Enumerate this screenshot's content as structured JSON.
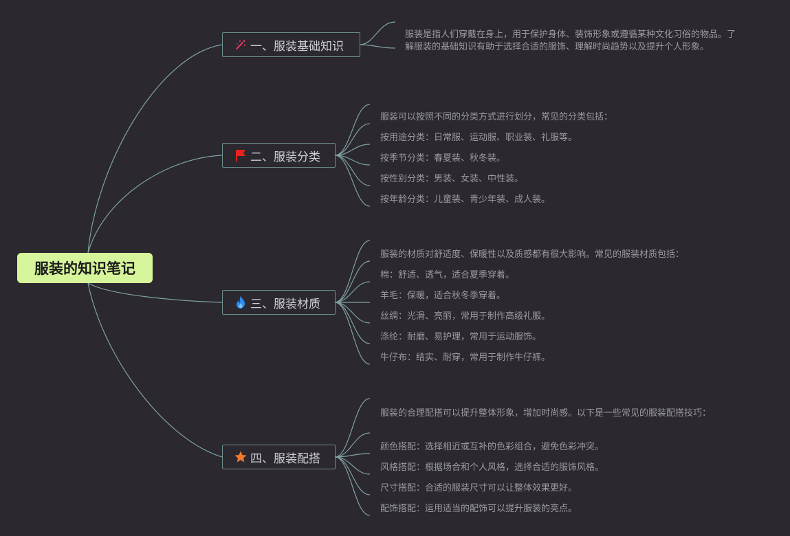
{
  "root": {
    "label": "服装的知识笔记"
  },
  "branches": [
    {
      "label": "一、服装基础知识",
      "icon": "sparkle-icon",
      "items": [
        "服装是指人们穿戴在身上，用于保护身体、装饰形象或遵循某种文化习俗的物品。了解服装的基础知识有助于选择合适的服饰、理解时尚趋势以及提升个人形象。"
      ]
    },
    {
      "label": "二、服装分类",
      "icon": "red-flag-icon",
      "items": [
        "服装可以按照不同的分类方式进行划分，常见的分类包括：",
        "按用途分类：日常服、运动服、职业装、礼服等。",
        "按季节分类：春夏装、秋冬装。",
        "按性别分类：男装、女装、中性装。",
        "按年龄分类：儿童装、青少年装、成人装。"
      ]
    },
    {
      "label": "三、服装材质",
      "icon": "fire-icon",
      "items": [
        "服装的材质对舒适度、保暖性以及质感都有很大影响。常见的服装材质包括：",
        "棉：舒适、透气，适合夏季穿着。",
        "羊毛：保暖，适合秋冬季穿着。",
        "丝绸：光滑、亮丽，常用于制作高级礼服。",
        "涤纶：耐磨、易护理，常用于运动服饰。",
        "牛仔布：结实、耐穿，常用于制作牛仔裤。"
      ]
    },
    {
      "label": "四、服装配搭",
      "icon": "star-icon",
      "items": [
        "服装的合理配搭可以提升整体形象，增加时尚感。以下是一些常见的服装配搭技巧：",
        "颜色搭配：选择相近或互补的色彩组合，避免色彩冲突。",
        "风格搭配：根据场合和个人风格，选择合适的服饰风格。",
        "尺寸搭配：合适的服装尺寸可以让整体效果更好。",
        "配饰搭配：运用适当的配饰可以提升服装的亮点。"
      ]
    }
  ]
}
